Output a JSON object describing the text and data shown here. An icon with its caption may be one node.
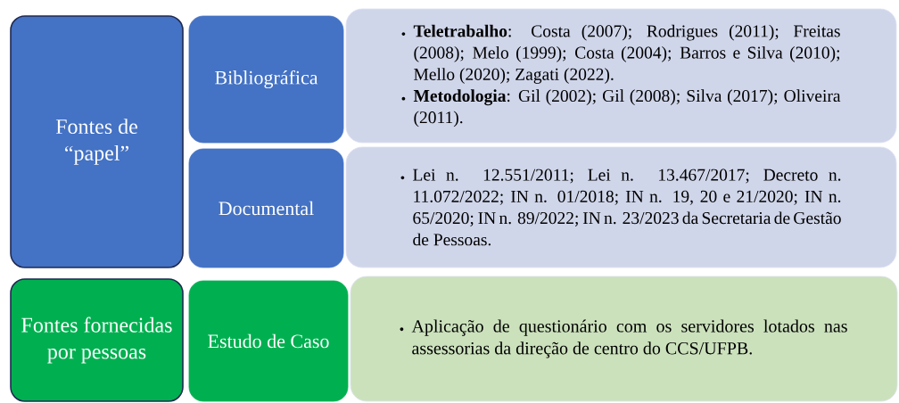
{
  "diagram": {
    "nodes": [
      {
        "text": [
          "Fontes de “papel”"
        ]
      },
      {
        "text": [
          "Bibliográfica"
        ]
      },
      {
        "text": [
          "Documental"
        ]
      },
      {
        "text": [
          "**Teletrabalho**: Costa (2007); Rodrigues (2011); Freitas (2008); Melo (1999); Costa (2004); Barros e Silva (2010); Mello (2020); Zagati (2022).",
          "**Metodologia**: Gil (2002); Gil (2008); Silva (2017); Oliveira (2011)."
        ]
      },
      {
        "text": [
          "Lei n. 12.551/2011; Lei n. 13.467/2017; Decreto n. 11.072/2022; IN n. 01/2018; IN n. 19, 20 e 21/2020; IN n. 65/2020; IN n. 89/2022; IN n. 23/2023 da Secretaria de Gestão de Pessoas."
        ]
      },
      {
        "text": [
          "Fontes fornecidas por pessoas"
        ]
      },
      {
        "text": [
          "Estudo de Caso"
        ]
      },
      {
        "text": [
          "Aplicação de questionário com os servidores lotados nas assessorias da direção de centro do CCS/UFPB."
        ]
      }
    ]
  }
}
